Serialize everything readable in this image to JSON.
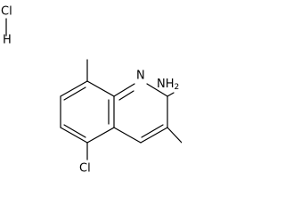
{
  "molecule": {
    "salt": {
      "chlorine": "Cl",
      "hydrogen": "H"
    },
    "atoms": {
      "ring_nitrogen": "N",
      "amine": "NH",
      "amine_subscript": "2",
      "chloro": "Cl"
    },
    "bond_color": "#000000",
    "label_color": "#000000"
  }
}
